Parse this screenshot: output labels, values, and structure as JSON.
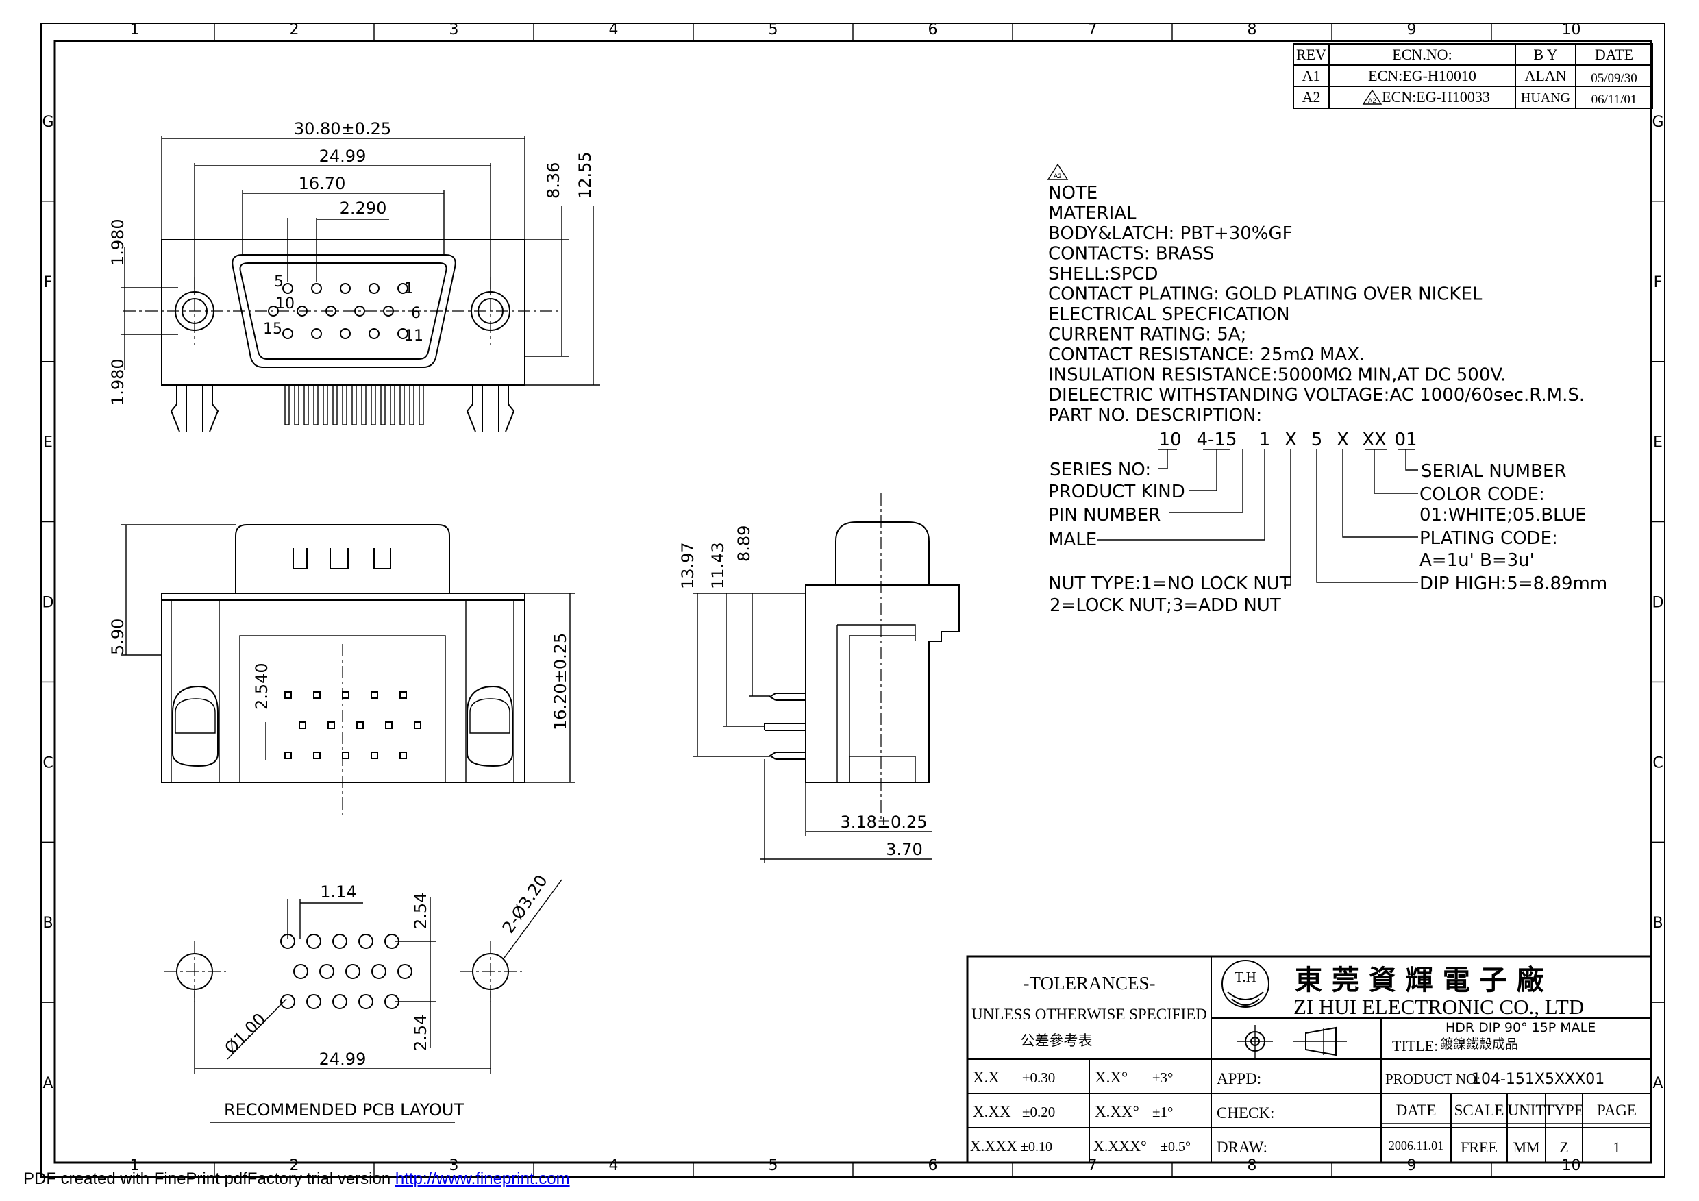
{
  "grid": {
    "columns": [
      "1",
      "2",
      "3",
      "4",
      "5",
      "6",
      "7",
      "8",
      "9",
      "10"
    ],
    "rows": [
      "G",
      "F",
      "E",
      "D",
      "C",
      "B",
      "A"
    ]
  },
  "revision_table": {
    "headers": [
      "REV",
      "ECN.NO:",
      "B Y",
      "DATE"
    ],
    "rows": [
      {
        "rev": "A1",
        "ecn": "ECN:EG-H10010",
        "by": "ALAN",
        "date": "05/09/30"
      },
      {
        "rev": "A2",
        "ecn": "ECN:EG-H10033",
        "by": "HUANG",
        "date": "06/11/01"
      }
    ]
  },
  "rev_marker": "A2",
  "dimensions": {
    "overall_width": "30.80±0.25",
    "flange_pitch": "24.99",
    "shell_width": "16.70",
    "pin_pitch": "2.290",
    "height_a": "8.36",
    "height_b": "12.55",
    "vert_a": "1.980",
    "vert_b": "1.980",
    "front_height": "5.90",
    "front_total": "16.20±0.25",
    "row_pitch": "2.540",
    "side_a": "13.97",
    "side_b": "11.43",
    "side_c": "8.89",
    "side_d": "3.18±0.25",
    "side_e": "3.70",
    "pcb_pin_pitch": "1.14",
    "pcb_row_a": "2.54",
    "pcb_row_b": "2.54",
    "pcb_mount": "2-Ø3.20",
    "pcb_hole": "Ø1.00",
    "pcb_width": "24.99"
  },
  "pin_labels": [
    "5",
    "1",
    "10",
    "6",
    "15",
    "11"
  ],
  "pcb_layout_title": "RECOMMENDED PCB LAYOUT",
  "notes": [
    "NOTE",
    "MATERIAL",
    "BODY&LATCH: PBT+30%GF",
    "CONTACTS: BRASS",
    "SHELL:SPCD",
    "CONTACT PLATING: GOLD PLATING OVER NICKEL",
    "ELECTRICAL SPECFICATION",
    "CURRENT RATING: 5A;",
    "CONTACT RESISTANCE: 25mΩ MAX.",
    "INSULATION RESISTANCE:5000MΩ MIN,AT DC 500V.",
    "DIELECTRIC WITHSTANDING VOLTAGE:AC 1000/60sec.R.M.S.",
    "PART NO. DESCRIPTION:"
  ],
  "part_code": [
    "10",
    "4-15",
    "1",
    "X",
    "5",
    "X",
    "XX",
    "01"
  ],
  "part_left": [
    "SERIES NO:",
    "PRODUCT KIND",
    "PIN NUMBER",
    "MALE"
  ],
  "nut_type": [
    "NUT TYPE:1=NO LOCK NUT",
    "2=LOCK NUT;3=ADD NUT"
  ],
  "part_right": [
    "SERIAL NUMBER",
    "COLOR CODE:",
    "01:WHITE;05.BLUE",
    "PLATING CODE:",
    "A=1u' B=3u'",
    "DIP HIGH:5=8.89mm"
  ],
  "title_block": {
    "tolerances_title": "-TOLERANCES-",
    "unless": "UNLESS OTHERWISE SPECIFIED",
    "ref_table": "公差參考表",
    "tol": [
      [
        "X.X",
        "±0.30",
        "X.X°",
        "±3°"
      ],
      [
        "X.XX",
        "±0.20",
        "X.XX°",
        "±1°"
      ],
      [
        "X.XXX",
        "±0.10",
        "X.XXX°",
        "±0.5°"
      ]
    ],
    "logo": "T.H",
    "company_cn": "東 莞 資 輝 電 子 廠",
    "company_en": "ZI HUI ELECTRONIC CO., LTD",
    "title_label": "TITLE:",
    "title_en": "HDR DIP 90° 15P MALE",
    "title_cn": "鍍鎳鐵殼成品",
    "appd": "APPD:",
    "check": "CHECK:",
    "draw": "DRAW:",
    "product_no_label": "PRODUCT NO:",
    "product_no": "104-151X5XXX01",
    "cols": [
      "DATE",
      "SCALE",
      "UNIT",
      "TYPE",
      "PAGE"
    ],
    "vals": [
      "2006.11.01",
      "FREE",
      "MM",
      "Z",
      "1"
    ]
  },
  "footer": {
    "text": "PDF created with FinePrint pdfFactory trial version ",
    "link": "http://www.fineprint.com"
  }
}
